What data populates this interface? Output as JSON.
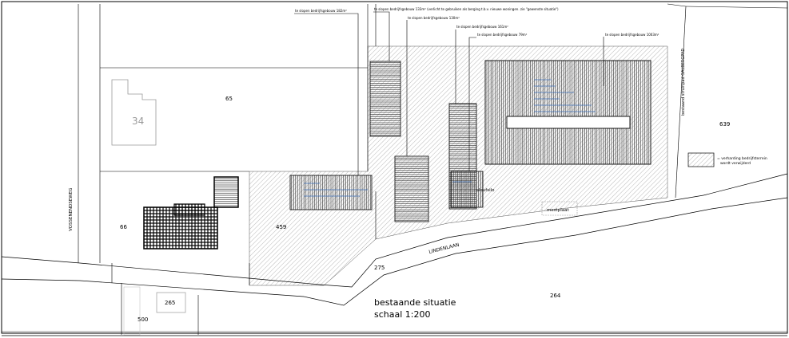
{
  "parcels": {
    "p65": "65",
    "p34": "34",
    "p66": "66",
    "p459": "459",
    "p275": "275",
    "p264": "264",
    "p265": "265",
    "p500": "500",
    "p639": "639"
  },
  "streets": {
    "vossenendseweg": "VOSSENENDSEWEG",
    "lindenlaan": "LINDENLAAN",
    "galbergpad": "bestaand struinpad GALBERGPAD"
  },
  "demolition_labels": [
    "te slopen bedrijfsgebouw 182m²",
    "te slopen bedrijfsgebouw 133m² (verlicht te gebruiken als berging t.b.v. nieuwe woningen. zie \"gewenste situatie\")",
    "te slopen bedrijfsgebouw 130m²",
    "te slopen bedrijfsgebouw 161m²",
    "te slopen bedrijfsgebouw 79m²",
    "te slopen bedrijfsgebouw 1003m²"
  ],
  "labels": {
    "mestplaat": "mestplaat",
    "sleufsilo": "sleufsilo",
    "bestaande_situatie": "bestaande situatie",
    "schaal": "schaal 1:200"
  },
  "legend": {
    "text_line1": "= verharding bedrijfsterrein",
    "text_line2": "wordt verwijderd"
  },
  "colors": {
    "line": "#000000",
    "hatch": "#6e6e6e",
    "highlight": "#3d6fb8"
  }
}
